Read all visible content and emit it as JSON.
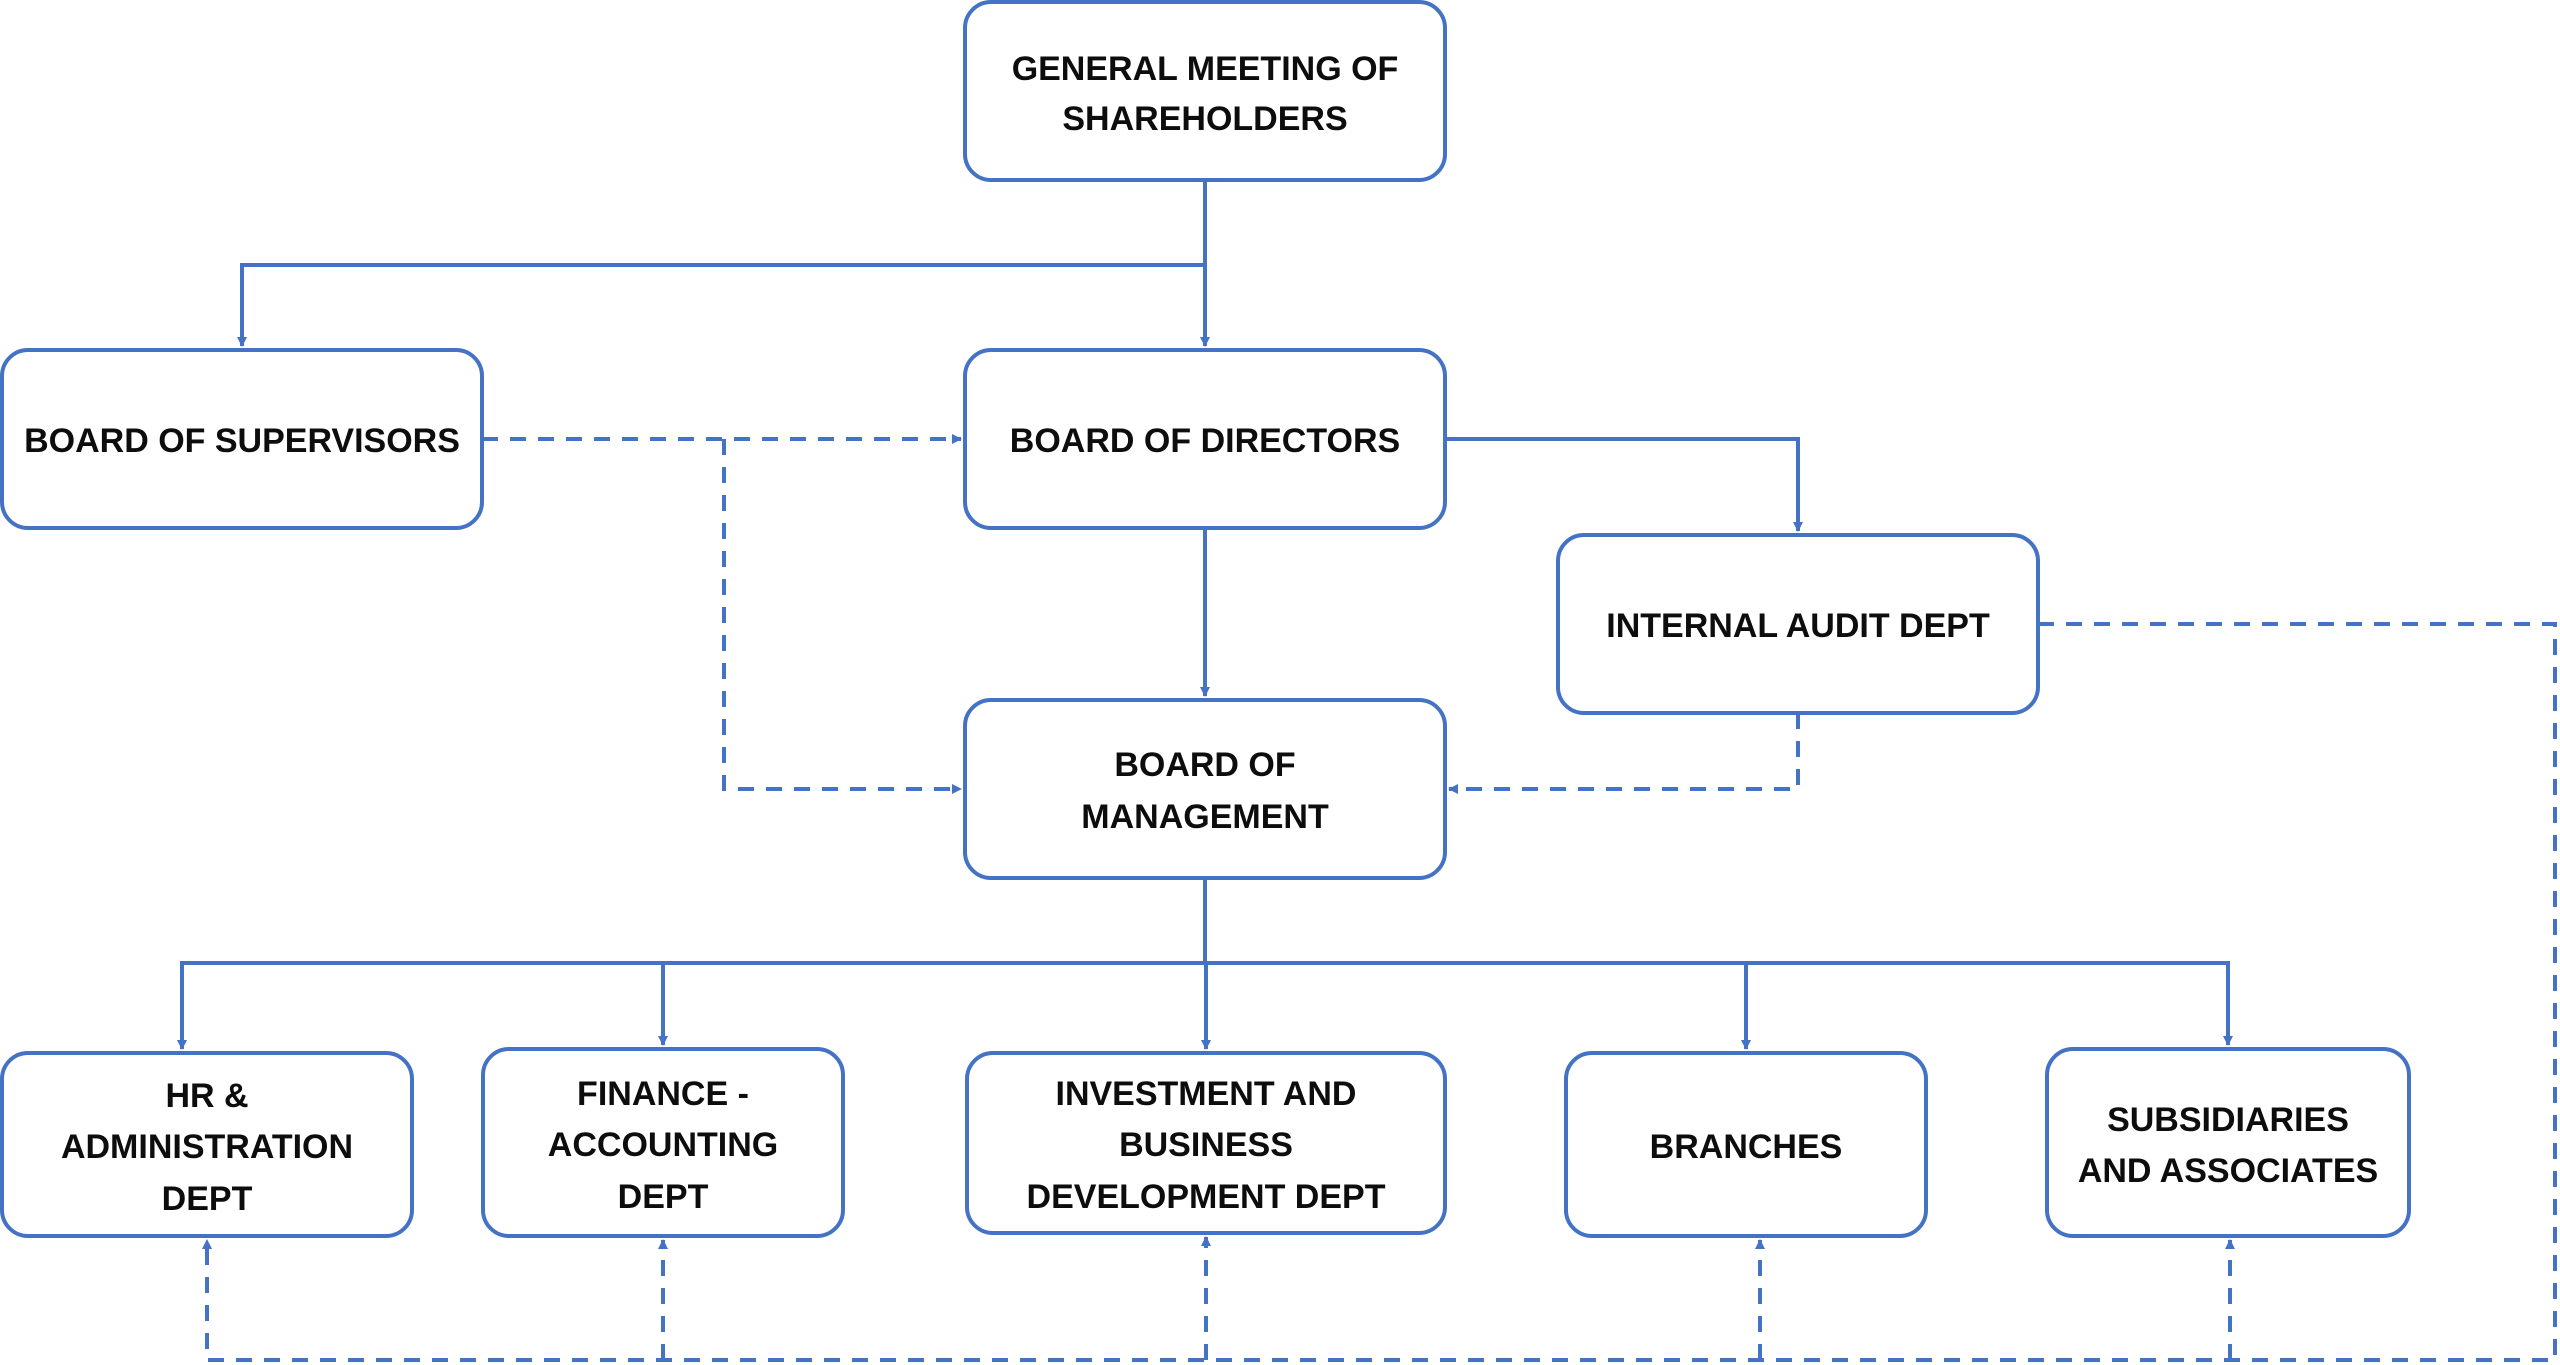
{
  "colors": {
    "stroke": "#4472c4",
    "text": "#0d0d0d",
    "background": "#ffffff"
  },
  "nodes": {
    "general_meeting": {
      "lines": [
        "GENERAL MEETING OF",
        "SHAREHOLDERS"
      ]
    },
    "board_supervisors": {
      "lines": [
        "BOARD OF SUPERVISORS"
      ]
    },
    "board_directors": {
      "lines": [
        "BOARD OF DIRECTORS"
      ]
    },
    "internal_audit": {
      "lines": [
        "INTERNAL AUDIT DEPT"
      ]
    },
    "board_management": {
      "lines": [
        "BOARD OF",
        "MANAGEMENT"
      ]
    },
    "hr_admin": {
      "lines": [
        "HR &",
        "ADMINISTRATION",
        "DEPT"
      ]
    },
    "finance": {
      "lines": [
        "FINANCE -",
        "ACCOUNTING",
        "DEPT"
      ]
    },
    "investment": {
      "lines": [
        "INVESTMENT AND",
        "BUSINESS",
        "DEVELOPMENT DEPT"
      ]
    },
    "branches": {
      "lines": [
        "BRANCHES"
      ]
    },
    "subsidiaries": {
      "lines": [
        "SUBSIDIARIES",
        "AND ASSOCIATES"
      ]
    }
  },
  "connections": {
    "solid": [
      {
        "from": "general_meeting",
        "to": "board_supervisors"
      },
      {
        "from": "general_meeting",
        "to": "board_directors"
      },
      {
        "from": "board_directors",
        "to": "internal_audit"
      },
      {
        "from": "board_directors",
        "to": "board_management"
      },
      {
        "from": "board_management",
        "to": "hr_admin"
      },
      {
        "from": "board_management",
        "to": "finance"
      },
      {
        "from": "board_management",
        "to": "investment"
      },
      {
        "from": "board_management",
        "to": "branches"
      },
      {
        "from": "board_management",
        "to": "subsidiaries"
      }
    ],
    "dashed": [
      {
        "from": "board_supervisors",
        "to": "board_directors"
      },
      {
        "from": "board_supervisors",
        "to": "board_management"
      },
      {
        "from": "internal_audit",
        "to": "board_management"
      },
      {
        "from": "internal_audit",
        "to": "hr_admin"
      },
      {
        "from": "internal_audit",
        "to": "finance"
      },
      {
        "from": "internal_audit",
        "to": "investment"
      },
      {
        "from": "internal_audit",
        "to": "branches"
      },
      {
        "from": "internal_audit",
        "to": "subsidiaries"
      }
    ]
  }
}
